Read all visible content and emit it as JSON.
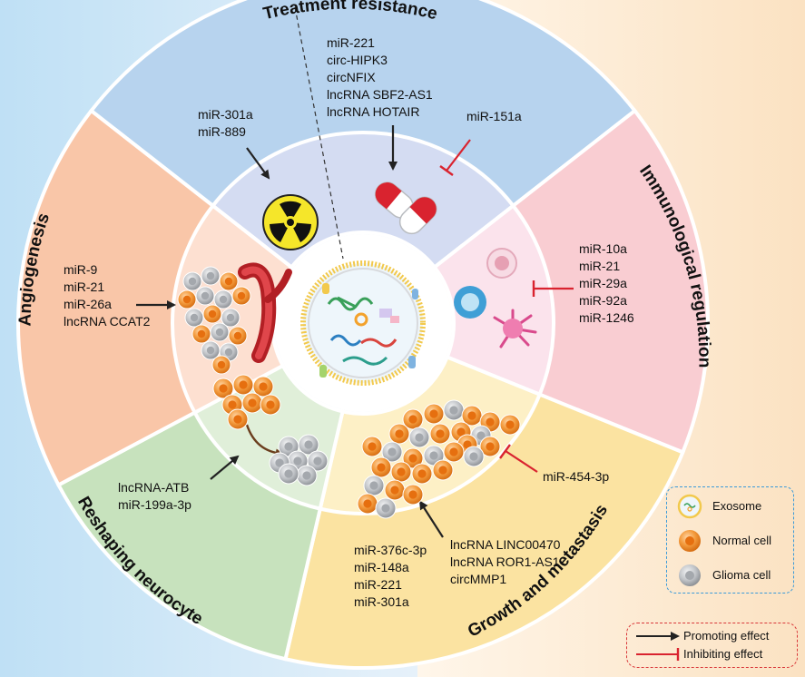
{
  "sectors": {
    "treatment_resistance": {
      "title": "Treatment resistance",
      "promote_left": [
        "miR-301a",
        "miR-889"
      ],
      "promote_center": [
        "miR-221",
        "circ-HIPK3",
        "circNFIX",
        "lncRNA SBF2-AS1",
        "lncRNA HOTAIR"
      ],
      "inhibit": [
        "miR-151a"
      ]
    },
    "immunological_regulation": {
      "title": "Immunological regulation",
      "inhibit": [
        "miR-10a",
        "miR-21",
        "miR-29a",
        "miR-92a",
        "miR-1246"
      ]
    },
    "growth_metastasis": {
      "title": "Growth and metastasis",
      "inhibit": [
        "miR-454-3p"
      ],
      "promote_right": [
        "lncRNA LINC00470",
        "lncRNA ROR1-AS1",
        "circMMP1"
      ],
      "promote_left": [
        "miR-376c-3p",
        "miR-148a",
        "miR-221",
        "miR-301a"
      ]
    },
    "reshaping_neurocyte": {
      "title": "Reshaping neurocyte",
      "promote": [
        "lncRNA-ATB",
        "miR-199a-3p"
      ]
    },
    "angiogenesis": {
      "title": "Angiogenesis",
      "promote": [
        "miR-9",
        "miR-21",
        "miR-26a",
        "lncRNA CCAT2"
      ]
    }
  },
  "legend": {
    "exosome": "Exosome",
    "normal_cell": "Normal cell",
    "glioma_cell": "Glioma cell"
  },
  "effects": {
    "promoting": "Promoting effect",
    "inhibiting": "Inhibiting effect"
  },
  "colors": {
    "treatment": "#b7d3ee",
    "immuno": "#f9cdd2",
    "growth": "#fbe3a1",
    "neuro": "#c7e2bd",
    "angio": "#f9c6a8",
    "promote_arrow": "#222222",
    "inhibit_arrow": "#d9232f",
    "normal_cell": "#f39a3c",
    "glioma_cell": "#b9bcc0"
  }
}
